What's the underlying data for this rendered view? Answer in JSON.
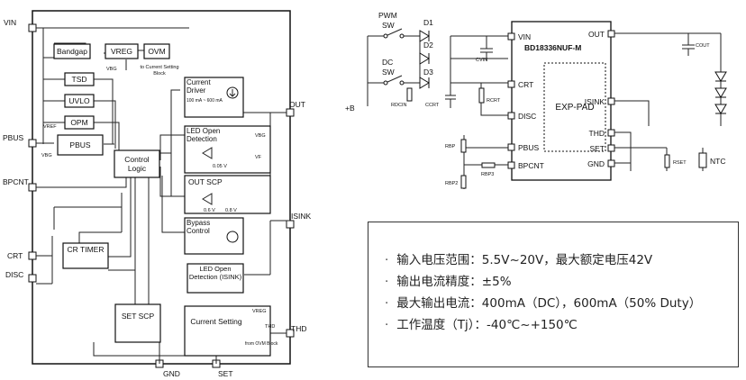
{
  "block_diagram": {
    "pins": {
      "vin": "VIN",
      "pbus": "PBUS",
      "bpcnt": "BPCNT",
      "crt": "CRT",
      "disc": "DISC",
      "gnd": "GND",
      "set": "SET",
      "thd": "THD",
      "isink": "ISINK",
      "out": "OUT"
    },
    "blocks": {
      "bandgap": "Bandgap",
      "vreg": "VREG",
      "ovm": "OVM",
      "tsd": "TSD",
      "uvlo": "UVLO",
      "opm": "OPM",
      "pbus": "PBUS",
      "control_logic": "Control Logic",
      "current_driver": "Current Driver",
      "current_driver_sub": "100 mA ~ 600 mA",
      "led_open_detection": "LED Open Detection",
      "out_scp": "OUT SCP",
      "bypass_control": "Bypass Control",
      "cr_timer": "CR TIMER",
      "led_open_detection_isink": "LED Open Detection (ISINK)",
      "set_scp": "SET SCP",
      "current_setting": "Current Setting"
    },
    "notes": {
      "vbg": "VBG",
      "to_current_setting": "to Current Setting Block",
      "vref": "VREF",
      "vbg2": "VBG",
      "v005": "0.05 V",
      "v06": "0.6 V",
      "v08": "0.8 V",
      "vreg_small": "VREG",
      "vbg3": "VBG",
      "thd_small": "THD",
      "from_ovm": "from OVM Block",
      "vf": "VF"
    }
  },
  "circuit": {
    "ic_name": "BD18336NUF-M",
    "pad": "EXP-PAD",
    "pins_left": [
      "VIN",
      "CRT",
      "DISC",
      "PBUS",
      "BPCNT"
    ],
    "pins_right": [
      "OUT",
      "ISINK",
      "THD",
      "SET",
      "GND"
    ],
    "switches": {
      "pwm": "PWM",
      "pwm_sw": "SW",
      "dc": "DC",
      "dc_sw": "SW"
    },
    "diodes": [
      "D1",
      "D2",
      "D3"
    ],
    "supply": "+B",
    "components": {
      "cvin": "CVIN",
      "rdcin": "RDCIN",
      "ccrt": "CCRT",
      "rcrt": "RCRT",
      "rbp": "RBP",
      "rbp2": "RBP2",
      "rbp3": "RBP3",
      "cout": "COUT",
      "rset": "RSET",
      "ntc": "NTC"
    }
  },
  "specs": [
    "输入电压范围：5.5V~20V，最大额定电压42V",
    "输出电流精度：±5%",
    "最大输出电流：400mA（DC），600mA（50% Duty）",
    "工作温度（Tj）：-40℃~+150℃"
  ]
}
